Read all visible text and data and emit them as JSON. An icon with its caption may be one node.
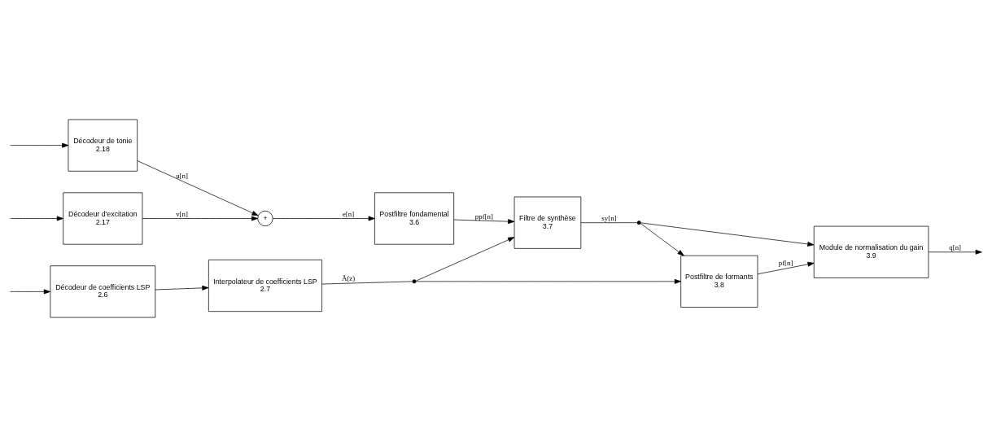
{
  "diagram": {
    "nodes": [
      {
        "text": [
          "Décodeur de coefficients LSP",
          "2.6"
        ]
      },
      {
        "text": [
          "Interpolateur de coefficients LSP",
          "2.7"
        ]
      },
      {
        "text": [
          "Décodeur de tonie",
          "2.18"
        ]
      },
      {
        "text": [
          "+"
        ]
      },
      {
        "text": [
          "Postfiltre fondamental",
          "3.6"
        ]
      },
      {
        "text": [
          "Filtre de synthèse",
          "3.7"
        ]
      },
      {
        "text": [
          "Postfiltre de formants",
          "3.8"
        ]
      },
      {
        "text": [
          "Décodeur d'excitation",
          "2.17"
        ]
      },
      {
        "text": [
          "Module de normalisation du gain",
          "3.9"
        ]
      },
      {
        "text": [],
        "shape": "circle"
      },
      {
        "text": [],
        "shape": "circle"
      }
    ],
    "edges": [
      {
        "from": null,
        "to": 0,
        "arrow": "to"
      },
      {
        "from": 0,
        "to": 1,
        "arrow": "to"
      },
      {
        "from": 1,
        "to": 9,
        "arrow": "none",
        "label": "Ã(z)"
      },
      {
        "from": 9,
        "to": 5,
        "arrow": "to"
      },
      {
        "from": 9,
        "to": 6,
        "arrow": "to"
      },
      {
        "from": null,
        "to": 2,
        "arrow": "to"
      },
      {
        "from": 2,
        "to": 3,
        "arrow": "to",
        "label": "u[n]"
      },
      {
        "from": null,
        "to": 7,
        "arrow": "to"
      },
      {
        "from": 7,
        "to": 3,
        "arrow": "to",
        "label": "v[n]"
      },
      {
        "from": 3,
        "to": 4,
        "arrow": "to",
        "label": "e[n]"
      },
      {
        "from": 4,
        "to": 5,
        "arrow": "to",
        "label": "ppf[n]"
      },
      {
        "from": 5,
        "to": 10,
        "arrow": "none",
        "label": "sy[n]"
      },
      {
        "from": 10,
        "to": 6,
        "arrow": "to"
      },
      {
        "from": 10,
        "to": 8,
        "arrow": "to"
      },
      {
        "from": 6,
        "to": 8,
        "arrow": "to",
        "label": "pf[n]"
      },
      {
        "from": 8,
        "to": null,
        "arrow": "to",
        "label": "q[n]"
      }
    ]
  }
}
